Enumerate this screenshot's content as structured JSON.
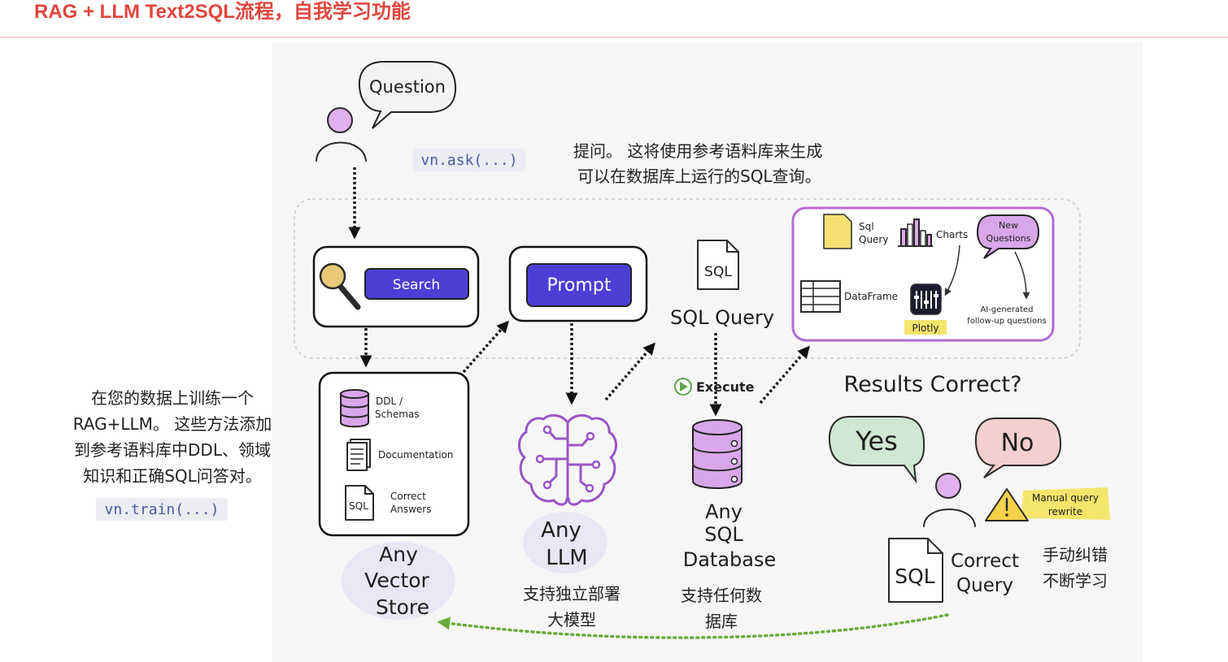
{
  "title": "RAG + LLM Text2SQL流程，自我学习功能",
  "ask": {
    "bubble": "Question",
    "code": "vn.ask(...)",
    "description": [
      "提问。 这将使用参考语料库来生成",
      "可以在数据库上运行的SQL查询。"
    ]
  },
  "search_button": "Search",
  "prompt_button": "Prompt",
  "sql_query": {
    "file_label": "SQL",
    "label": "SQL Query"
  },
  "outputs": {
    "sql_query": [
      "Sql",
      "Query"
    ],
    "charts": "Charts",
    "new_questions": [
      "New",
      "Questions"
    ],
    "dataframe": "DataFrame",
    "plotly": "Plotly",
    "followup": [
      "AI-generated",
      "follow-up questions"
    ]
  },
  "vector_store": {
    "items": [
      {
        "lines": [
          "DDL /",
          "Schemas"
        ],
        "icon": "database-icon"
      },
      {
        "lines": [
          "Documentation"
        ],
        "icon": "documentation-icon"
      },
      {
        "lines": [
          "Correct",
          "Answers"
        ],
        "icon": "sql-file-icon",
        "icon_label": "SQL"
      }
    ],
    "label": [
      "Any",
      "Vector",
      "Store"
    ]
  },
  "train": {
    "description": [
      "在您的数据上训练一个",
      "RAG+LLM。 这些方法添加",
      "到参考语料库中DDL、领域",
      "知识和正确SQL问答对。"
    ],
    "code": "vn.train(...)"
  },
  "llm": {
    "label": [
      "Any",
      "LLM"
    ],
    "note": [
      "支持独立部署",
      "大模型"
    ]
  },
  "database": {
    "execute": "Execute",
    "label": [
      "Any",
      "SQL",
      "Database"
    ],
    "note": [
      "支持任何数",
      "据库"
    ]
  },
  "feedback": {
    "question": "Results Correct?",
    "yes": "Yes",
    "no": "No",
    "manual_rewrite": [
      "Manual query",
      "rewrite"
    ],
    "correct_file_label": "SQL",
    "correct_query": [
      "Correct",
      "Query"
    ],
    "note": [
      "手动纠错",
      "不断学习"
    ]
  },
  "colors": {
    "title": "#e0463c",
    "button": "#4b3fd6",
    "person": "#e3b0ef",
    "database": "#d9a6ea",
    "output": "#b46ad2",
    "yes": "#cfe8d2",
    "no": "#f5cfcf",
    "highlight": "#f5e56b",
    "learn": "#6aab3c"
  }
}
